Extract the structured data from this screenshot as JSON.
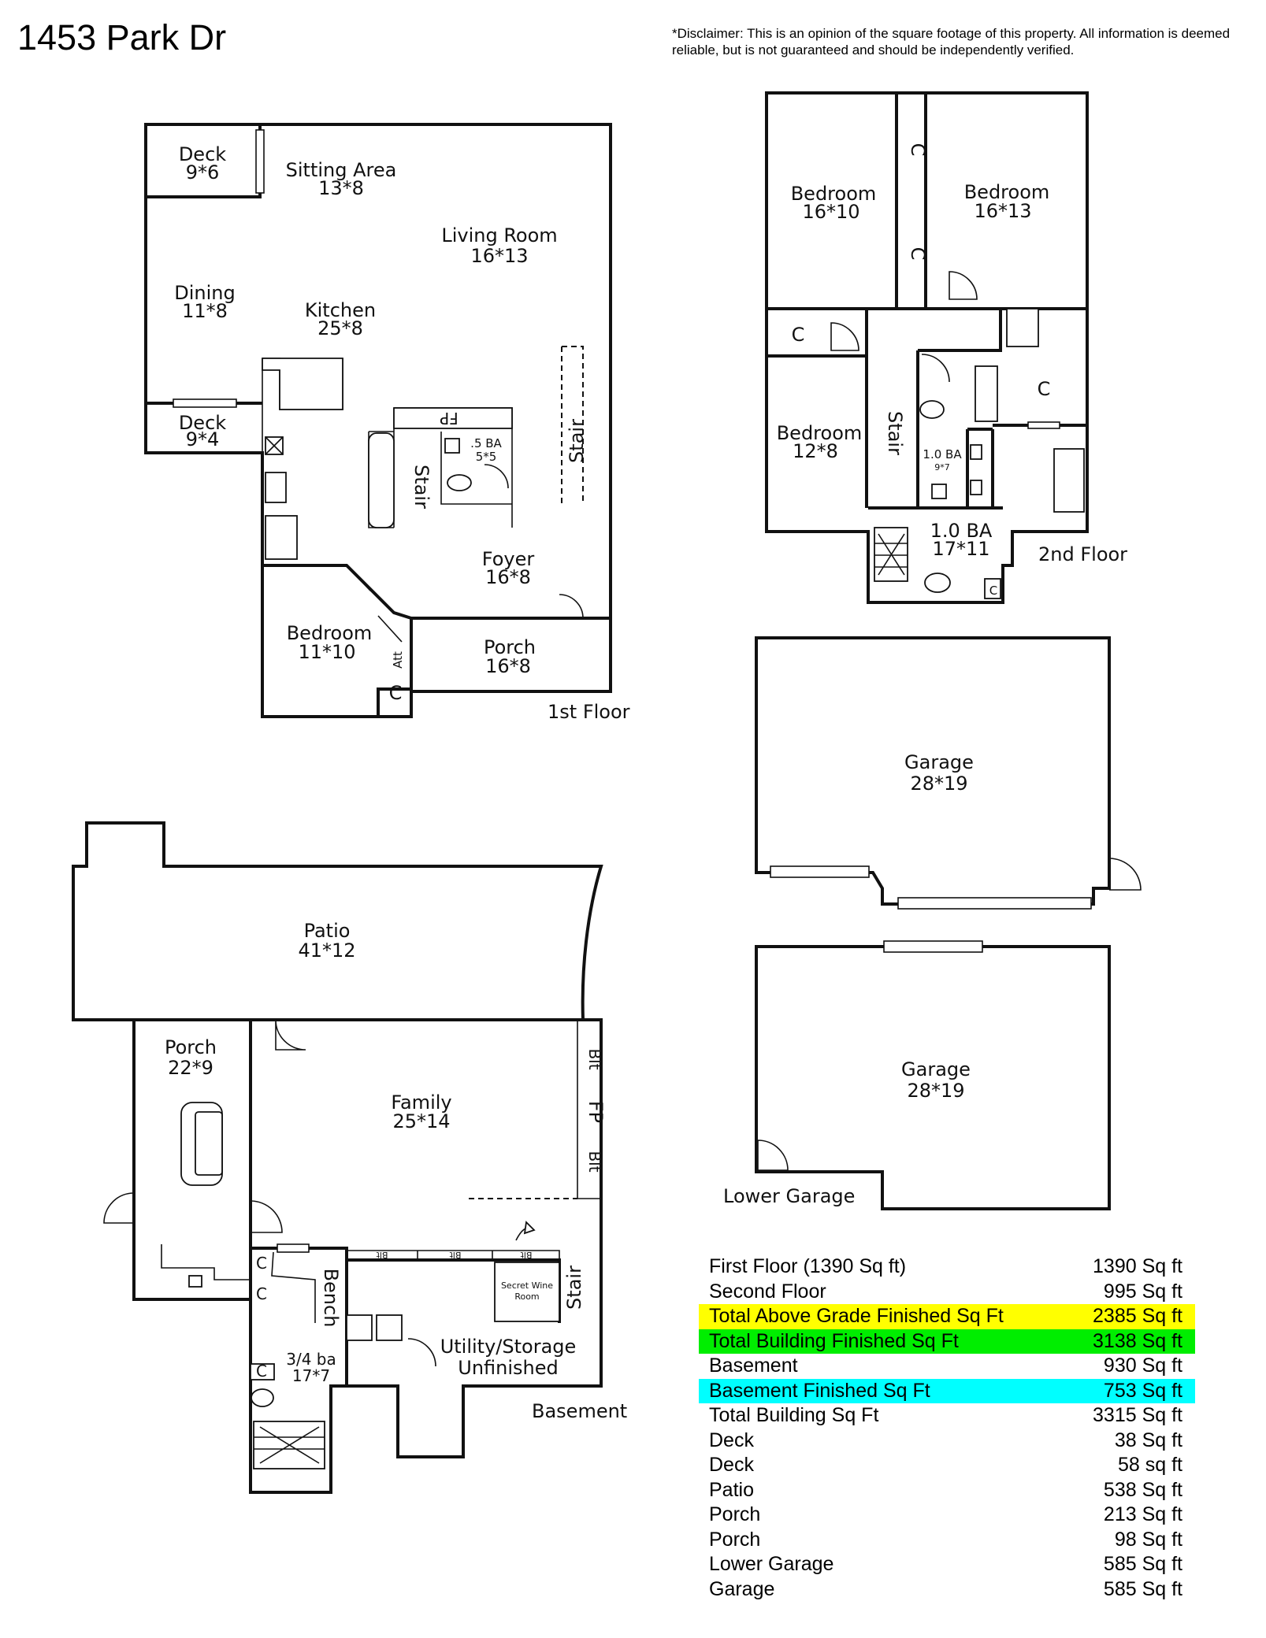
{
  "title": "1453 Park Dr",
  "disclaimer": "*Disclaimer: This is an opinion of the square footage of this property. All information is deemed reliable, but is not guaranteed and should be independently verified.",
  "floors": {
    "first": {
      "label": "1st Floor",
      "rooms": {
        "deck_a": {
          "name": "Deck",
          "dims": "9*6"
        },
        "sitting": {
          "name": "Sitting Area",
          "dims": "13*8"
        },
        "living": {
          "name": "Living Room",
          "dims": "16*13"
        },
        "dining": {
          "name": "Dining",
          "dims": "11*8"
        },
        "kitchen": {
          "name": "Kitchen",
          "dims": "25*8"
        },
        "deck_b": {
          "name": "Deck",
          "dims": "9*4"
        },
        "half_bath": {
          "name": ".5 BA",
          "dims": "5*5"
        },
        "foyer": {
          "name": "Foyer",
          "dims": "16*8"
        },
        "bedroom": {
          "name": "Bedroom",
          "dims": "11*10"
        },
        "porch": {
          "name": "Porch",
          "dims": "16*8"
        }
      },
      "labels": {
        "fp": "FP",
        "stair_a": "Stair",
        "stair_b": "Stair",
        "att": "Att",
        "c": "C"
      }
    },
    "second": {
      "label": "2nd Floor",
      "rooms": {
        "bed_a": {
          "name": "Bedroom",
          "dims": "16*10"
        },
        "bed_b": {
          "name": "Bedroom",
          "dims": "16*13"
        },
        "bed_c": {
          "name": "Bedroom",
          "dims": "12*8"
        },
        "bath_small": {
          "name": "1.0 BA",
          "dims": "9*7"
        },
        "bath_large": {
          "name": "1.0 BA",
          "dims": "17*11"
        }
      },
      "labels": {
        "c1": "C",
        "c2": "C",
        "c3": "C",
        "c4": "C",
        "c5": "C",
        "stair": "Stair"
      }
    },
    "garage": {
      "rooms": {
        "upper": {
          "name": "Garage",
          "dims": "28*19"
        },
        "lower": {
          "name": "Garage",
          "dims": "28*19"
        }
      },
      "label": "Lower Garage"
    },
    "basement": {
      "label": "Basement",
      "rooms": {
        "patio": {
          "name": "Patio",
          "dims": "41*12"
        },
        "porch": {
          "name": "Porch",
          "dims": "22*9"
        },
        "family": {
          "name": "Family",
          "dims": "25*14"
        },
        "utility": {
          "name": "Utility/Storage",
          "dims": "Unfinished"
        },
        "bath": {
          "name": "3/4 ba",
          "dims": "17*7"
        },
        "wine": {
          "name": "Secret Wine",
          "dims": "Room"
        }
      },
      "labels": {
        "blt1": "Blt",
        "fp": "FP",
        "blt2": "Blt",
        "bench": "Bench",
        "stair": "Stair",
        "c1": "C",
        "c2": "C",
        "c3": "C",
        "shelf1": "Blt",
        "shelf2": "Blt",
        "shelf3": "Blt"
      }
    }
  },
  "sqft_table": [
    {
      "label": "First Floor (1390 Sq ft)",
      "value": "1390 Sq ft",
      "highlight": ""
    },
    {
      "label": "Second Floor",
      "value": "995 Sq ft",
      "highlight": ""
    },
    {
      "label": "Total Above Grade Finished Sq Ft",
      "value": "2385 Sq ft",
      "highlight": "#ffff00"
    },
    {
      "label": "Total Building Finished Sq Ft",
      "value": "3138 Sq ft",
      "highlight": "#00ee00"
    },
    {
      "label": "Basement",
      "value": "930 Sq ft",
      "highlight": ""
    },
    {
      "label": "Basement Finished Sq Ft",
      "value": "753 Sq ft",
      "highlight": "#00ffff"
    },
    {
      "label": "Total Building Sq Ft",
      "value": "3315 Sq ft",
      "highlight": ""
    },
    {
      "label": "Deck",
      "value": "38 Sq ft",
      "highlight": ""
    },
    {
      "label": "Deck",
      "value": "58 sq ft",
      "highlight": ""
    },
    {
      "label": "Patio",
      "value": "538 Sq ft",
      "highlight": ""
    },
    {
      "label": "Porch",
      "value": "213 Sq ft",
      "highlight": ""
    },
    {
      "label": "Porch",
      "value": "98 Sq ft",
      "highlight": ""
    },
    {
      "label": "Lower Garage",
      "value": "585 Sq ft",
      "highlight": ""
    },
    {
      "label": "Garage",
      "value": "585 Sq ft",
      "highlight": ""
    }
  ]
}
